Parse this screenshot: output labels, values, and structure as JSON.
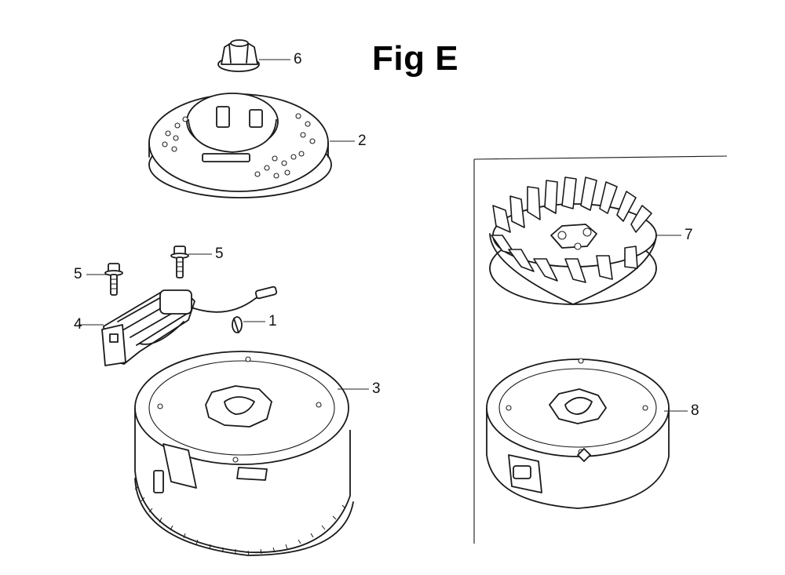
{
  "figure": {
    "title": "Fig E"
  },
  "parts": [
    {
      "id": "nut",
      "number": "6"
    },
    {
      "id": "cooling-fan-plate",
      "number": "2"
    },
    {
      "id": "bolt-a",
      "number": "5"
    },
    {
      "id": "bolt-b",
      "number": "5"
    },
    {
      "id": "ignition-coil",
      "number": "4"
    },
    {
      "id": "key",
      "number": "1"
    },
    {
      "id": "flywheel",
      "number": "3"
    },
    {
      "id": "cooling-fan",
      "number": "7"
    },
    {
      "id": "flywheel-alt",
      "number": "8"
    }
  ],
  "colors": {
    "ink": "#1a1a1a",
    "paper": "#ffffff"
  }
}
